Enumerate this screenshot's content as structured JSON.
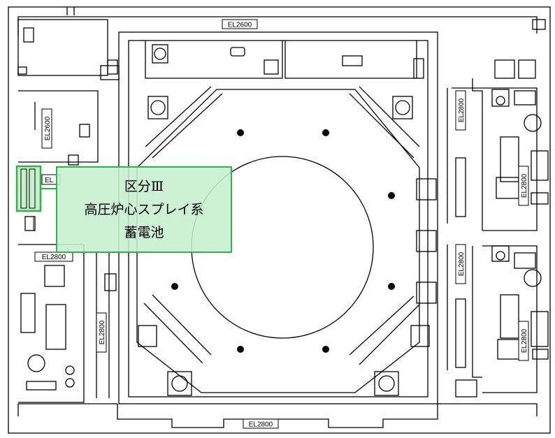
{
  "elevation_labels": {
    "top": "EL2600",
    "bottom": "EL2800",
    "left_upper_room": "EL2600",
    "left_mid": "EL",
    "left_lower_room": "EL2800",
    "left_lower_vertical": "EL2800",
    "right_upper_corridor": "EL2800",
    "right_upper_room": "EL2800",
    "right_lower_corridor": "EL2800",
    "right_lower_room": "EL2800"
  },
  "callout": {
    "line1": "区分Ⅲ",
    "line2": "高圧炉心スプレイ系",
    "line3": "蓄電池"
  },
  "colors": {
    "line": "#000000",
    "highlight_border": "#2db34a",
    "highlight_fill": "#c6efce"
  }
}
